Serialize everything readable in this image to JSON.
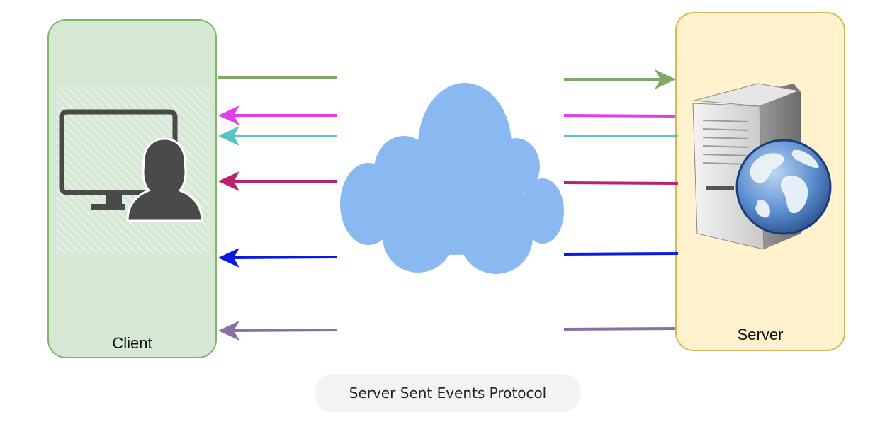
{
  "client": {
    "label": "Client",
    "fill": "#d5e8d4",
    "stroke": "#82b366",
    "icon": "user-workstation-icon"
  },
  "server": {
    "label": "Server",
    "fill": "#fff2cc",
    "stroke": "#d6b656",
    "icon": "web-server-icon"
  },
  "network": {
    "icon": "cloud-icon",
    "color": "#8ab9f1"
  },
  "caption": {
    "text": "Server Sent Events Protocol",
    "background": "#f3f3f3"
  },
  "connections": [
    {
      "id": "request",
      "direction": "client-to-server",
      "color": "#82a866"
    },
    {
      "id": "event-1",
      "direction": "server-to-client",
      "color": "#e13ef0"
    },
    {
      "id": "event-2",
      "direction": "server-to-client",
      "color": "#58c4c4"
    },
    {
      "id": "event-3",
      "direction": "server-to-client",
      "color": "#b7236c"
    },
    {
      "id": "event-4",
      "direction": "server-to-client",
      "color": "#0a1be0"
    },
    {
      "id": "event-5",
      "direction": "server-to-client",
      "color": "#8a6fa3"
    }
  ]
}
